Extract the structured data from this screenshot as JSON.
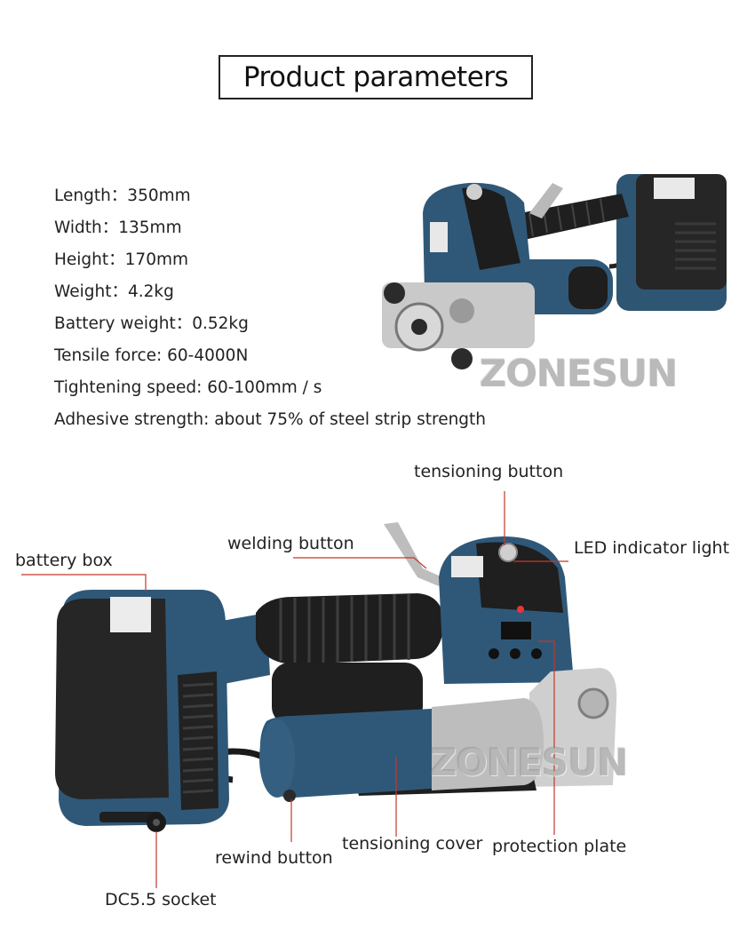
{
  "title": "Product parameters",
  "specs": [
    "Length：350mm",
    "Width：135mm",
    "Height：170mm",
    "Weight：4.2kg",
    "Battery weight：0.52kg",
    "Tensile force: 60-4000N",
    "Tightening speed: 60-100mm / s",
    "Adhesive strength: about 75% of steel strip strength"
  ],
  "watermark": "ZONESUN",
  "callouts": {
    "tensioning_button": "tensioning button",
    "welding_button": "welding button",
    "led_indicator": "LED indicator light",
    "battery_box": "battery box",
    "rewind_button": "rewind button",
    "tensioning_cover": "tensioning cover",
    "protection_plate": "protection plate",
    "dc_socket": "DC5.5 socket"
  },
  "colors": {
    "leader_line": "#c0392b",
    "tool_body": "#2f5878",
    "battery": "#2a2a2a"
  }
}
